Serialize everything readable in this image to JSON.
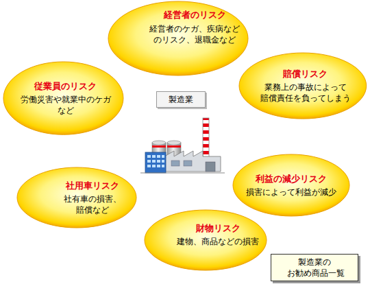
{
  "diagram": {
    "nodes": [
      {
        "text": [
          "経営者のリスク",
          "経営者のケガ、疾病など のリスク、退職金など"
        ]
      },
      {
        "text": [
          "従業員のリスク",
          "労働災害や就業中のケガ など"
        ]
      },
      {
        "text": [
          "賠償リスク",
          "業務上の事故によって 賠償責任を負ってしまう"
        ]
      },
      {
        "text": [
          "製造業"
        ]
      },
      {
        "text": [
          "利益の減少リスク",
          "損害によって利益が減少"
        ]
      },
      {
        "text": [
          "社用車リスク",
          "社有車の損害、賠償など"
        ]
      },
      {
        "text": [
          "財物リスク",
          "建物、商品などの損害"
        ]
      },
      {
        "text": [
          "製造業の お勧め商品一覧"
        ]
      }
    ]
  }
}
